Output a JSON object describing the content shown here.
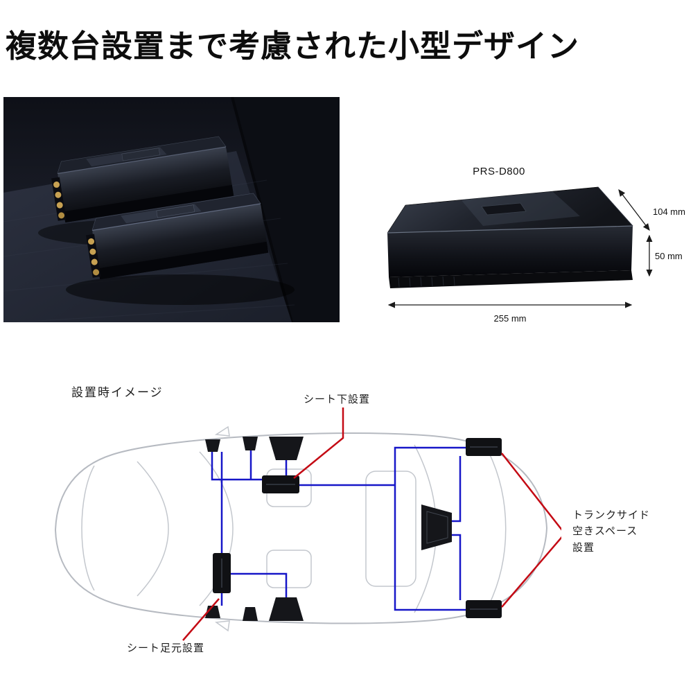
{
  "headline": "複数台設置まで考慮された小型デザイン",
  "product": {
    "model": "PRS-D800",
    "dimensions": {
      "depth": "104 mm",
      "height": "50 mm",
      "width": "255 mm"
    }
  },
  "diagram": {
    "title": "設置時イメージ",
    "labels": {
      "under_seat": "シート下設置",
      "trunk_side": [
        "トランクサイド",
        "空きスペース",
        "設置"
      ],
      "seat_foot": "シート足元設置"
    },
    "colors": {
      "wire_blue": "#1616c8",
      "wire_red": "#c40a14",
      "car_outline": "#b6bac1",
      "device_black": "#101114"
    }
  }
}
